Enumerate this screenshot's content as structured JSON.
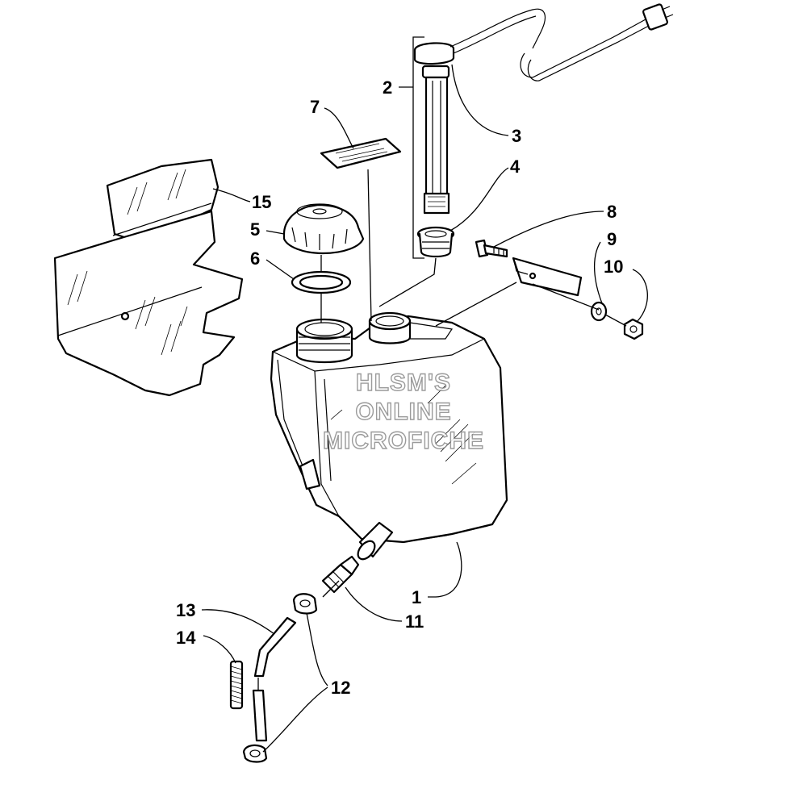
{
  "watermark": {
    "line1": "HLSM'S",
    "line2": "ONLINE",
    "line3": "MICROFICHE"
  },
  "callouts": {
    "c1": "1",
    "c2": "2",
    "c3": "3",
    "c4": "4",
    "c5": "5",
    "c6": "6",
    "c7": "7",
    "c8": "8",
    "c9": "9",
    "c10": "10",
    "c11": "11",
    "c12": "12",
    "c13": "13",
    "c14": "14",
    "c15": "15"
  }
}
